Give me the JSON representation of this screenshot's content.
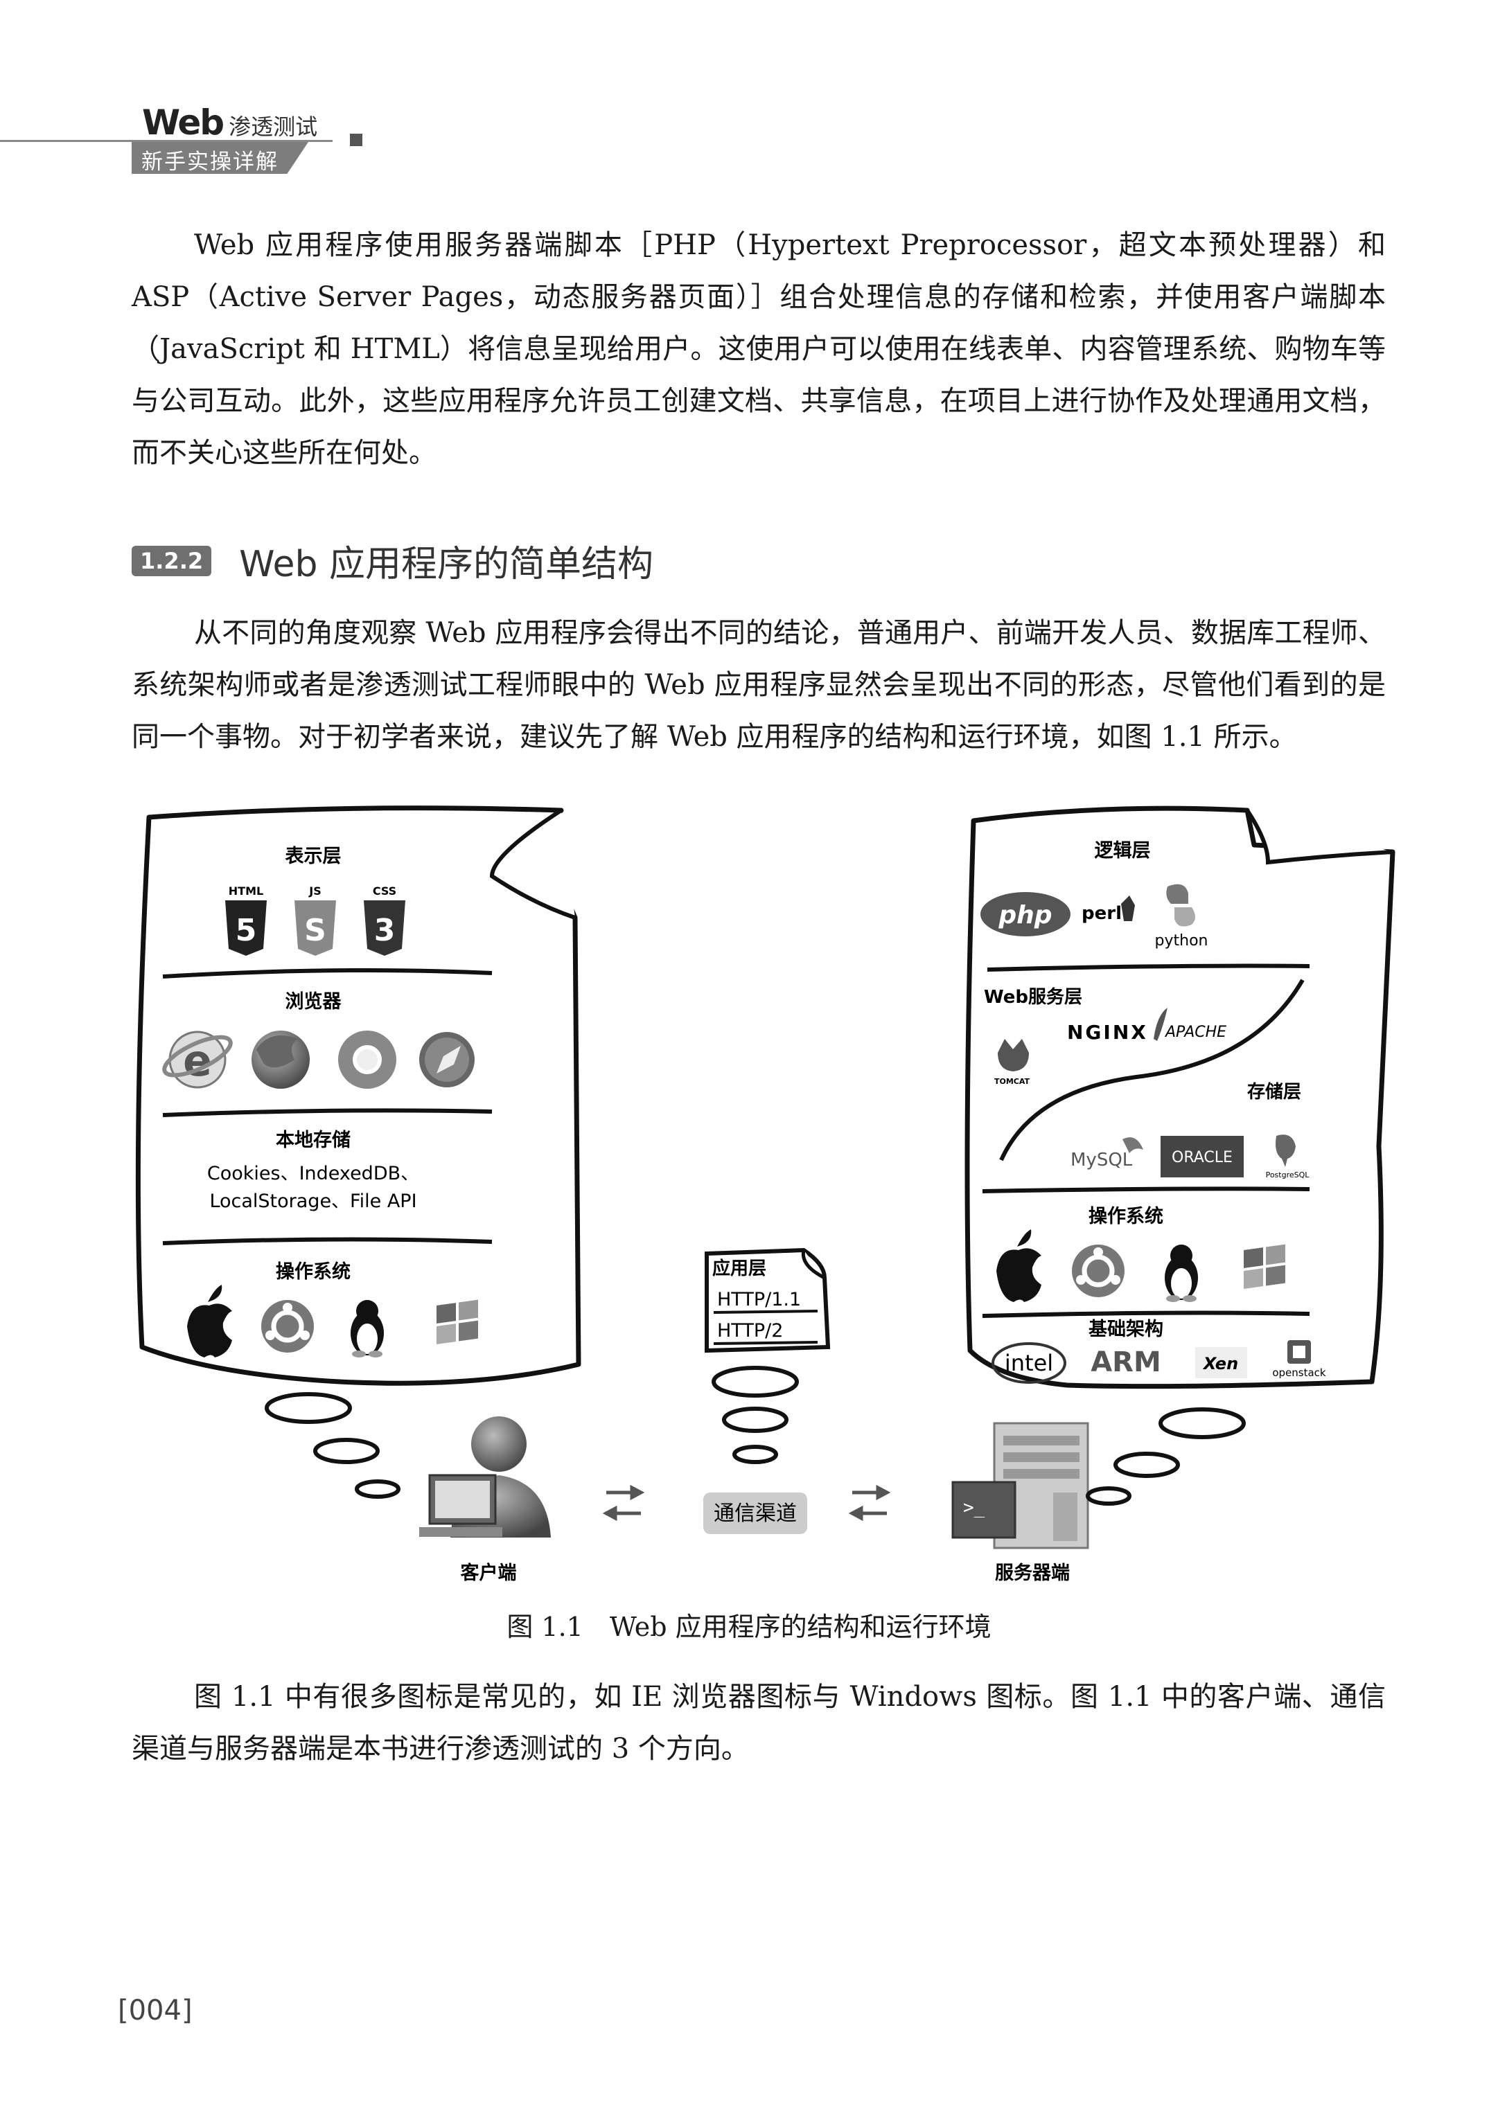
{
  "header": {
    "brand_web": "Web",
    "brand_title": "渗透测试",
    "brand_subtitle": "新手实操详解"
  },
  "paragraph1": "Web 应用程序使用服务器端脚本［PHP（Hypertext Preprocessor，超文本预处理器）和 ASP（Active Server Pages，动态服务器页面）］组合处理信息的存储和检索，并使用客户端脚本（JavaScript 和 HTML）将信息呈现给用户。这使用户可以使用在线表单、内容管理系统、购物车等与公司互动。此外，这些应用程序允许员工创建文档、共享信息，在项目上进行协作及处理通用文档，而不关心这些所在何处。",
  "section": {
    "number": "1.2.2",
    "title": "Web 应用程序的简单结构"
  },
  "paragraph2": "从不同的角度观察 Web 应用程序会得出不同的结论，普通用户、前端开发人员、数据库工程师、系统架构师或者是渗透测试工程师眼中的 Web 应用程序显然会呈现出不同的形态，尽管他们看到的是同一个事物。对于初学者来说，建议先了解 Web 应用程序的结构和运行环境，如图 1.1 所示。",
  "figure": {
    "client": {
      "presentation_layer": "表示层",
      "tech_labels": [
        "HTML",
        "JS",
        "CSS"
      ],
      "tech_glyphs": [
        "5",
        "S",
        "3"
      ],
      "browser": "浏览器",
      "local_storage": "本地存储",
      "storage_line1": "Cookies、IndexedDB、",
      "storage_line2": "LocalStorage、File API",
      "os": "操作系统",
      "label": "客户端"
    },
    "channel": {
      "app_layer": "应用层",
      "protocols": [
        "HTTP/1.1",
        "HTTP/2"
      ],
      "label": "通信渠道"
    },
    "server": {
      "logic_layer": "逻辑层",
      "logic_logos": [
        "php",
        "perl",
        "python"
      ],
      "web_layer": "Web服务层",
      "web_logos": [
        "NGINX",
        "APACHE",
        "TOMCAT"
      ],
      "storage_layer": "存储层",
      "storage_logos": [
        "MySQL",
        "ORACLE",
        "PostgreSQL"
      ],
      "os": "操作系统",
      "infra": "基础架构",
      "infra_logos": [
        "intel",
        "ARM",
        "Xen",
        "openstack"
      ],
      "label": "服务器端"
    },
    "caption": "图 1.1　Web 应用程序的结构和运行环境"
  },
  "paragraph3": "图 1.1 中有很多图标是常见的，如 IE 浏览器图标与 Windows 图标。图 1.1 中的客户端、通信渠道与服务器端是本书进行渗透测试的 3 个方向。",
  "page_number": "004",
  "colors": {
    "header_band": "#7d7d7d",
    "section_badge": "#6f6f6f"
  }
}
